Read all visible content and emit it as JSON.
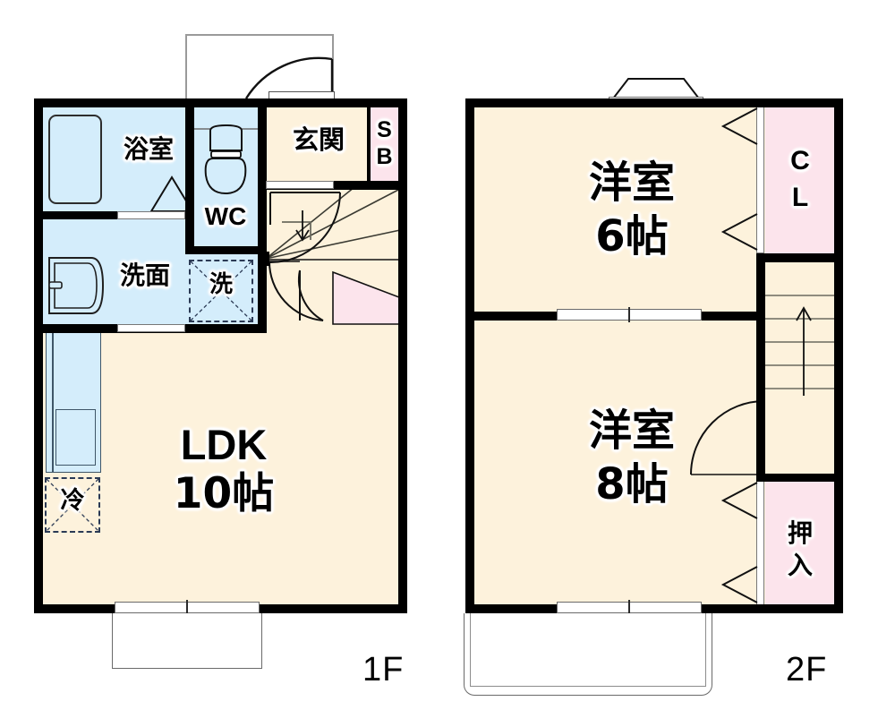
{
  "document": {
    "kind": "floor-plan",
    "title_1f": "1F",
    "title_2f": "2F"
  },
  "colors": {
    "wall": "#000000",
    "room_fill": "#fdf2dc",
    "wet_area_fill": "#d4edfb",
    "closet_fill": "#fce4ec",
    "outline": "#2d2d2d",
    "background": "#ffffff"
  },
  "floor_1f": {
    "label": "1F",
    "rooms": [
      {
        "id": "ldk",
        "name": "LDK",
        "area": "10帖",
        "fill": "room_fill"
      },
      {
        "id": "bath",
        "name": "浴室",
        "area": "",
        "fill": "wet_area_fill"
      },
      {
        "id": "wc",
        "name": "WC",
        "area": "",
        "fill": "wet_area_fill"
      },
      {
        "id": "washbasin",
        "name": "洗面",
        "area": "",
        "fill": "wet_area_fill"
      },
      {
        "id": "genkan",
        "name": "玄関",
        "area": "",
        "fill": "room_fill"
      },
      {
        "id": "sb",
        "name": "S\nB",
        "area": "",
        "fill": "closet_fill"
      }
    ],
    "fixtures": [
      {
        "id": "washer",
        "label": "洗",
        "type": "dashed-box"
      },
      {
        "id": "fridge",
        "label": "冷",
        "type": "dashed-box"
      },
      {
        "id": "bathtub",
        "label": "",
        "type": "tub"
      },
      {
        "id": "sink",
        "label": "",
        "type": "basin"
      },
      {
        "id": "toilet",
        "label": "",
        "type": "toilet"
      },
      {
        "id": "kitchen-counter",
        "label": "",
        "type": "counter"
      }
    ],
    "stairs": {
      "label": "",
      "direction_marker": "up-arrow"
    }
  },
  "floor_2f": {
    "label": "2F",
    "rooms": [
      {
        "id": "yoshitsu6",
        "name": "洋室",
        "area": "6帖",
        "fill": "room_fill"
      },
      {
        "id": "yoshitsu8",
        "name": "洋室",
        "area": "8帖",
        "fill": "room_fill"
      }
    ],
    "closets": [
      {
        "id": "cl",
        "label": "C\nL",
        "fill": "closet_fill"
      },
      {
        "id": "oshire",
        "label": "押\n入",
        "fill": "closet_fill"
      }
    ],
    "balcony": {
      "id": "balcony",
      "label": ""
    },
    "stairs": {
      "label": "",
      "direction_marker": "up-arrow"
    }
  }
}
